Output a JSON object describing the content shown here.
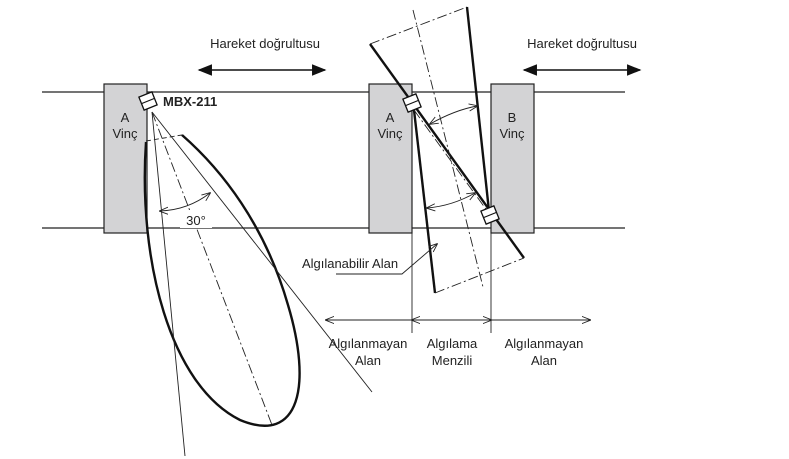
{
  "top": {
    "left_direction_label": "Hareket doğrultusu",
    "right_direction_label": "Hareket doğrultusu"
  },
  "left_scene": {
    "crane_letter": "A",
    "crane_label": "Vinç",
    "sensor_label": "MBX-211",
    "angle_label": "30°"
  },
  "right_scene": {
    "crane_a_letter": "A",
    "crane_a_label": "Vinç",
    "crane_b_letter": "B",
    "crane_b_label": "Vinç",
    "detectable_area_label": "Algılanabilir Alan"
  },
  "zones": [
    {
      "line1": "Algılanmayan",
      "line2": "Alan"
    },
    {
      "line1": "Algılama",
      "line2": "Menzili"
    },
    {
      "line1": "Algılanmayan",
      "line2": "Alan"
    }
  ]
}
